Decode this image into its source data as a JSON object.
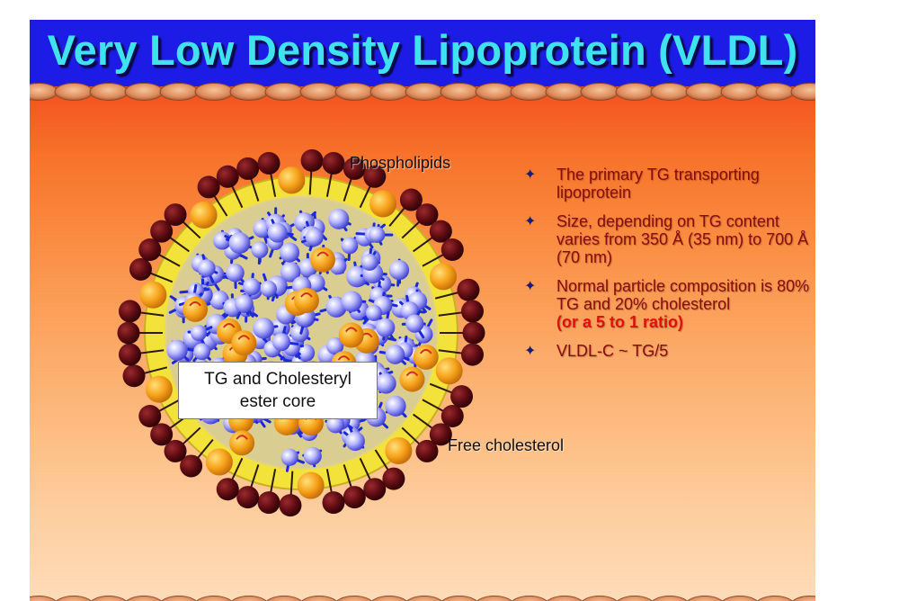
{
  "slide": {
    "title": "Very Low Density Lipoprotein (VLDL)"
  },
  "diagram": {
    "labels": {
      "phospholipids": "Phospholipids",
      "free_cholesterol": "Free cholesterol",
      "core_line1": "TG and Cholesteryl",
      "core_line2": "ester core"
    }
  },
  "bullets": [
    {
      "icon": "star-bullet-icon",
      "text": "The primary TG transporting lipoprotein"
    },
    {
      "icon": "star-bullet-icon",
      "text": "Size, depending on TG content varies from 350 Å (35 nm) to 700 Å (70 nm)"
    },
    {
      "icon": "star-bullet-icon",
      "text": "Normal particle composition is 80% TG and 20% cholesterol",
      "emphasis": "(or a 5 to 1 ratio)"
    },
    {
      "icon": "star-bullet-icon",
      "text": "VLDL-C ~ TG/5"
    }
  ],
  "colors": {
    "title_bar": "#1c1ce6",
    "title_text": "#3fe3f0",
    "bullet_text": "#8b0a0a",
    "bullet_emphasis": "#e0100a",
    "phospholipid_head": "#5a0a10",
    "cholesterol_ball": "#f6a21a",
    "core_ball": "#7e7efa",
    "apolipoprotein_stick": "#1a2ad8"
  }
}
